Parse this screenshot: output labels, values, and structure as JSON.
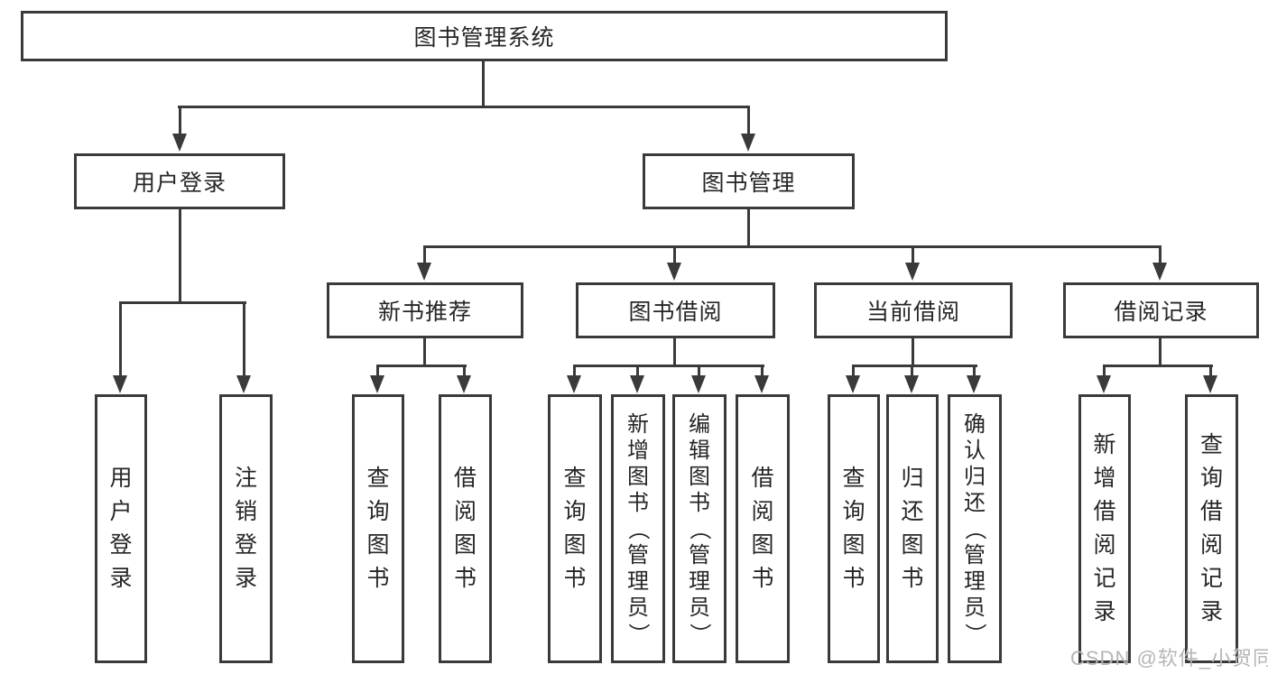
{
  "diagram": {
    "colors": {
      "line": "#3a3a3a",
      "text": "#262626",
      "watermark": "#b5b5b5",
      "bg": "#ffffff"
    },
    "nodes": {
      "root": "图书管理系统",
      "user_login": "用户登录",
      "book_management": "图书管理",
      "new_book_recommend": "新书推荐",
      "book_borrow": "图书借阅",
      "current_borrow": "当前借阅",
      "borrow_records": "借阅记录",
      "leaf_user_login": "用户登录",
      "leaf_logout": "注销登录",
      "leaf_nbr_query_books": "查询图书",
      "leaf_nbr_borrow_books": "借阅图书",
      "leaf_bb_query_books": "查询图书",
      "leaf_bb_add_books": "新增图书（管理员）",
      "leaf_bb_edit_books": "编辑图书（管理员）",
      "leaf_bb_borrow_books": "借阅图书",
      "leaf_cb_query_books": "查询图书",
      "leaf_cb_return_books": "归还图书",
      "leaf_cb_confirm_return": "确认归还（管理员）",
      "leaf_br_add_record": "新增借阅记录",
      "leaf_br_query_record": "查询借阅记录"
    }
  },
  "watermark": {
    "text": "CSDN @软件_小贺同学"
  }
}
